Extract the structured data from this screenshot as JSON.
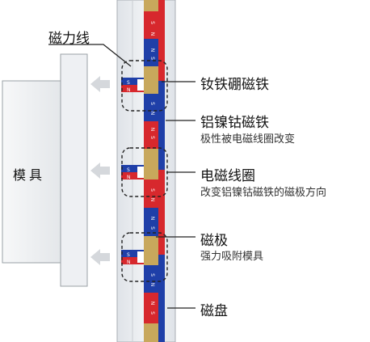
{
  "colors": {
    "north_red": "#d7282d",
    "south_blue": "#1f3fa8",
    "ndfeb_gold": "#c8a85c",
    "plate_face": "#e9ecf0",
    "mold_face": "#f2f4f6",
    "arrow": "#d3d6da"
  },
  "pole_letters": {
    "north": "N",
    "south": "S"
  },
  "labels": {
    "flux_lines": "磁力线",
    "mold": "模具",
    "ndfeb": "钕铁硼磁铁",
    "alnico": "铝镍钴磁铁",
    "alnico_desc": "极性被电磁线圈改变",
    "coil": "电磁线圈",
    "coil_desc": "改变铝镍钴磁铁的磁极方向",
    "pole": "磁极",
    "pole_desc": "强力吸附模具",
    "plate": "磁盘"
  }
}
